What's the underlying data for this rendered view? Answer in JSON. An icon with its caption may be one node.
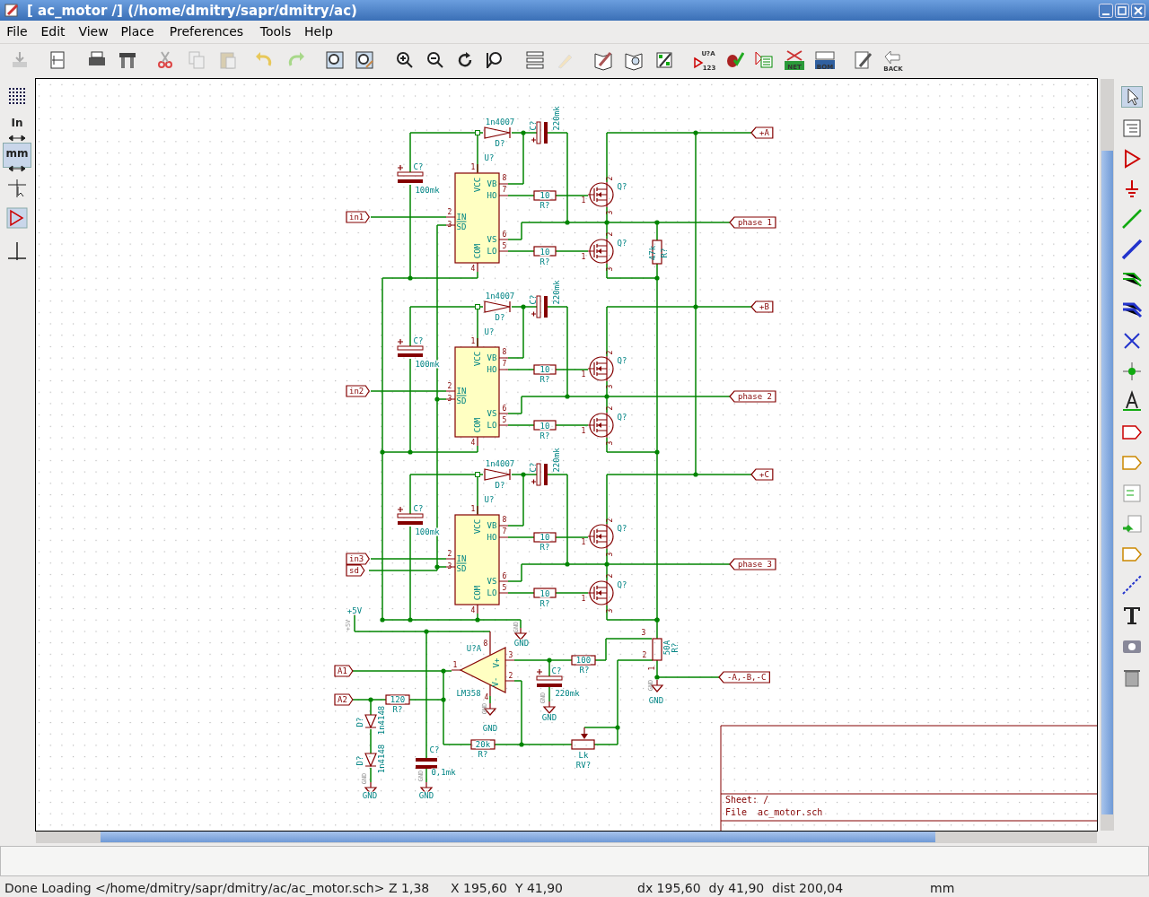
{
  "diagram": {
    "title": "[ ac_motor /] (/home/dmitry/sapr/dmitry/ac)",
    "labels": [
      "File",
      "Edit",
      "View",
      "Place",
      "Preferences",
      "Tools",
      "Help",
      "U?A",
      "123",
      "NET",
      "BOM",
      "BACK",
      "In",
      "mm",
      "1n4007",
      "D?",
      "C?",
      "220mk",
      "C?",
      "100mk",
      "U?",
      "1",
      "VCC",
      "8",
      "VB",
      "7",
      "HO",
      "2",
      "IN",
      "3",
      "SD",
      "6",
      "VS",
      "5",
      "LO",
      "COM",
      "4",
      "10",
      "R?",
      "Q?",
      "2",
      "1",
      "3",
      "10",
      "R?",
      "Q?",
      "2",
      "1",
      "3",
      "in1",
      "+A",
      "phase 1",
      "47k",
      "R?",
      "1n4007",
      "D?",
      "C?",
      "220mk",
      "C?",
      "100mk",
      "U?",
      "1",
      "VCC",
      "8",
      "VB",
      "7",
      "HO",
      "2",
      "IN",
      "3",
      "SD",
      "6",
      "VS",
      "5",
      "LO",
      "COM",
      "4",
      "10",
      "R?",
      "Q?",
      "2",
      "1",
      "3",
      "10",
      "R?",
      "Q?",
      "2",
      "1",
      "3",
      "in2",
      "+B",
      "phase 2",
      "1n4007",
      "D?",
      "C?",
      "220mk",
      "C?",
      "100mk",
      "U?",
      "1",
      "VCC",
      "8",
      "VB",
      "7",
      "HO",
      "2",
      "IN",
      "3",
      "SD",
      "6",
      "VS",
      "5",
      "LO",
      "COM",
      "4",
      "10",
      "R?",
      "Q?",
      "2",
      "1",
      "3",
      "10",
      "R?",
      "Q?",
      "2",
      "1",
      "3",
      "in3",
      "+C",
      "phase 3",
      "sd",
      "+5V",
      "+5V",
      "GND",
      "GND",
      "U?A",
      "8",
      "V+",
      "V-",
      "1",
      "3",
      "2",
      "LM358",
      "4",
      "GND",
      "GND",
      "A1",
      "A2",
      "120",
      "R?",
      "D?",
      "1n4148",
      "D?",
      "1n4148",
      "GND",
      "GND",
      "C?",
      "0,1mk",
      "GND",
      "GND",
      "20k",
      "R?",
      "100",
      "C?",
      "R?",
      "220mk",
      "GND",
      "GND",
      "Lk",
      "RV?",
      "3",
      "50A",
      "R?",
      "2",
      "1",
      "GND",
      "GND",
      "-A,-B,-C",
      "Sheet: /",
      "File  ac_motor.sch",
      "Done Loading </home/dmitry/sapr/dmitry/ac/ac_motor.sch>",
      "Z 1,38",
      "X 195,60  Y 41,90",
      "dx 195,60  dy 41,90  dist 200,04",
      "mm"
    ]
  }
}
